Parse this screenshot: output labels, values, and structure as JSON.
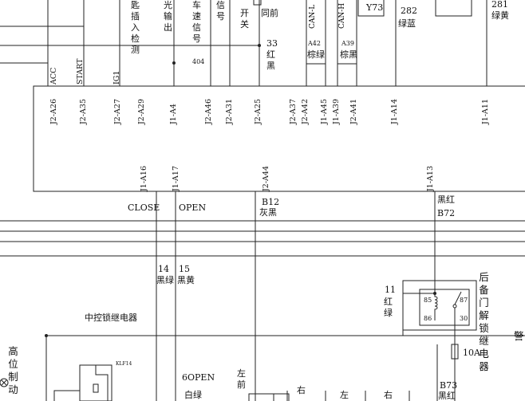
{
  "top_labels": {
    "key_insert": "匙插入检测",
    "light_out": "光输出",
    "speed_signal": "车速信号",
    "signal_num": "404",
    "signal": "信号",
    "switch": "开关",
    "sync": "同前",
    "wire33": "33",
    "wire33_color": "红黑",
    "can_l": "CAN-L",
    "can_h": "CAN-H",
    "a42": "A42",
    "a42_color": "棕绿",
    "a39": "A39",
    "a39_color": "棕黑",
    "y73": "Y73",
    "w282": "282",
    "w282_color": "绿蓝",
    "w281": "281",
    "w281_color": "绿黄"
  },
  "signal_labels": [
    "ACC",
    "START",
    "IG1"
  ],
  "top_pins": [
    "J2-A26",
    "J2-A35",
    "J2-A27",
    "J2-A29",
    "J1-A4",
    "J2-A46",
    "J2-A31",
    "J2-A25",
    "J2-A37",
    "J2-A42",
    "J1-A45",
    "J1-A39",
    "J2-A41",
    "J1-A14",
    "J1-A11"
  ],
  "bottom_pins": [
    "J1-A16",
    "J1-A17",
    "J2-A44",
    "J1-A13"
  ],
  "mid_labels": {
    "close": "CLOSE",
    "open": "OPEN",
    "b12": "B12",
    "b12_color": "灰黑",
    "b72_color": "黑红",
    "b72": "B72"
  },
  "lower_labels": {
    "w14": "14",
    "w14_color": "黑绿",
    "w15": "15",
    "w15_color": "黑黄",
    "central_lock_relay": "中控锁继电器",
    "w11": "11",
    "w11_color": "红绿",
    "relay_title": "后备门解锁继电器",
    "pin85": "85",
    "pin86": "86",
    "pin87": "87",
    "pin30": "30",
    "fuse": "10A",
    "alarm": "警",
    "high_brake": "高位制动",
    "klf": "KLF14",
    "w6open": "6OPEN",
    "w6_color": "白绿",
    "left_front": "左前",
    "right1": "右",
    "left2": "左",
    "right3": "右",
    "b73": "B73",
    "b73_color": "黑红"
  }
}
